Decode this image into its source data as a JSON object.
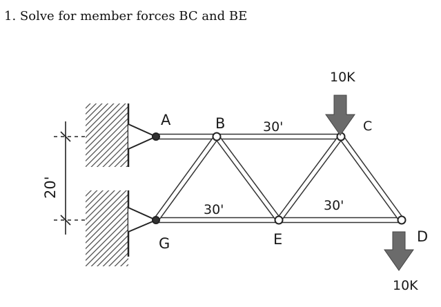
{
  "problem": {
    "title": "1. Solve for member forces BC and BE"
  },
  "diagram": {
    "joint_labels": {
      "A": "A",
      "B": "B",
      "C": "C",
      "D": "D",
      "E": "E",
      "G": "G"
    },
    "loads": {
      "at_C": "10K",
      "at_D": "10K"
    },
    "dimensions": {
      "top_span": "30'",
      "bottom_span_left": "30'",
      "bottom_span_right": "30'",
      "height": "20'"
    },
    "colors": {
      "member": "#333333",
      "member_fill": "#ffffff",
      "load_arrow": "#6b6b6b",
      "hatch": "#444444",
      "ink": "#1a1a1a"
    }
  }
}
